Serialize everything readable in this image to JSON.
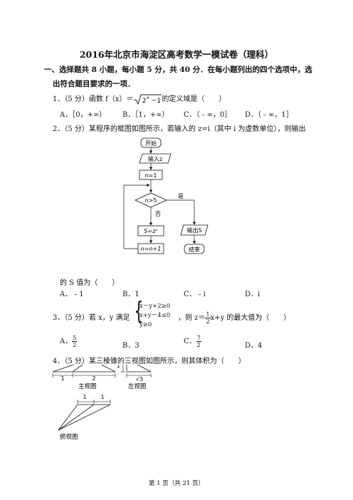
{
  "title": "2016年北京市海淀区高考数学一模试卷（理科）",
  "section1": {
    "line1": "一、选择题共 8 小题，每小题 5 分，共 40 分．在每小题列出的四个选项中，选",
    "line2": "出符合题目要求的一项．"
  },
  "q1": {
    "prefix": "1．（5 分）函数 f（x）＝",
    "radicand": "2",
    "exponent": "x",
    "radicand_tail": "－1",
    "suffix": "的定义域是（　　）",
    "options": [
      "A．［0，+∞）",
      "B．［1，+∞）",
      "C．（﹣∞，0］",
      "D．（﹣∞，1］"
    ]
  },
  "q2": {
    "line1": "2．（5 分）某程序的框图如图所示，若输入的 z=i（其中 i 为虚数单位），则输出",
    "line2": "的 S 值为（　　）",
    "options": [
      "A．﹣1",
      "B．1",
      "C．﹣i",
      "D．i"
    ],
    "flow": {
      "start": "开始",
      "input": "输入z",
      "init": "n=1",
      "cond": "n>5",
      "yes": "是",
      "no": "否",
      "assign": "S=zⁿ",
      "output": "输出S",
      "incr": "n=n+1",
      "end": "结束"
    }
  },
  "q3": {
    "prefix": "3．（5 分）若 x，y 满足",
    "ineq1": "x－y+2≥0",
    "ineq2": "x+y－4≤0",
    "ineq3": "y≥0",
    "mid": "，则 z＝",
    "frac_num": "1",
    "frac_den": "2",
    "after_frac": "x+y 的最大值为（　　）",
    "options": {
      "A_label": "A．",
      "A_num": "5",
      "A_den": "2",
      "B": "B．3",
      "C_label": "C．",
      "C_num": "7",
      "C_den": "2",
      "D": "D．4"
    }
  },
  "q4": {
    "text": "4．（5 分）某三棱锥的三视图如图所示，则其体积为（　　）",
    "views": {
      "front_label": "主视图",
      "side_label": "左视图",
      "top_label": "俯视图",
      "front_dim1": "1",
      "front_dim2": "2",
      "front_height": "1",
      "side_dim": "√3",
      "top_dim1": "1",
      "top_dim2": "1"
    }
  },
  "footer": "第 1 页（共 21 页）"
}
